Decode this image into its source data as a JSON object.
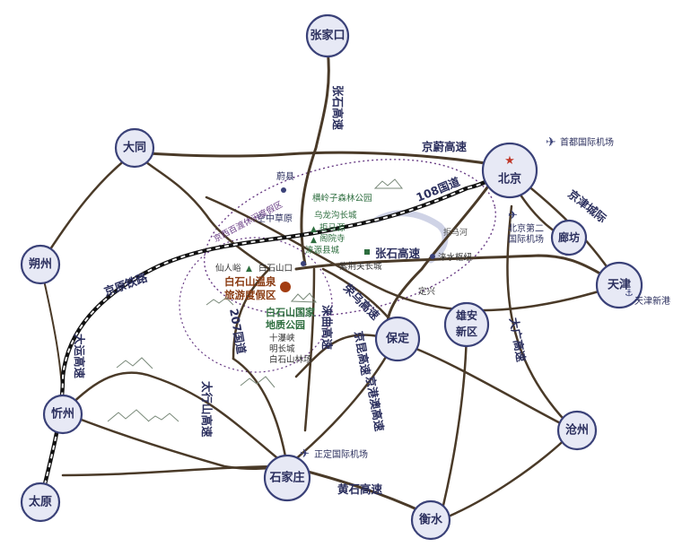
{
  "cities": [
    {
      "key": "zhangjiakou",
      "label": "张家口"
    },
    {
      "key": "datong",
      "label": "大同"
    },
    {
      "key": "beijing",
      "label": "北京"
    },
    {
      "key": "shuozhou",
      "label": "朔州"
    },
    {
      "key": "tianjin",
      "label": "天津"
    },
    {
      "key": "langfang",
      "label": "廊坊"
    },
    {
      "key": "xiongan",
      "label": "雄安新区"
    },
    {
      "key": "baoding",
      "label": "保定"
    },
    {
      "key": "xinzhou",
      "label": "忻州"
    },
    {
      "key": "cangzhou",
      "label": "沧州"
    },
    {
      "key": "shijiazhuang",
      "label": "石家庄"
    },
    {
      "key": "taiyuan",
      "label": "太原"
    },
    {
      "key": "hengshui",
      "label": "衡水"
    }
  ],
  "highways": {
    "zhangshi_north": "张石高速",
    "jingwei": "京蔚高速",
    "guodao108": "108国道",
    "jingjin": "京津城际",
    "zhangshi": "张石高速",
    "jingyuan_rail": "京原铁路",
    "datong_yun": "大运高速",
    "guodao207": "207国道",
    "rongwu": "荣乌高速",
    "laiqu": "涞曲高速",
    "jingkunbao": "京昆高速",
    "dagang": "大广高速",
    "jinggang_ao": "京港澳高速",
    "taihang": "太行山高速",
    "huangshi": "黄石高速"
  },
  "pois": {
    "capital_airport": "首都国际机场",
    "daxing_airport": "北京第二国际机场",
    "tianjin_port": "天津新港",
    "zhengding_airport": "正定国际机场",
    "yuxian": "蔚县",
    "air_grassland": "空中草原",
    "xianrenyu": "仙人峪",
    "baishishan_pass": "白石山口",
    "resort_line1": "白石山温泉",
    "resort_line2": "旅游度假区",
    "geopark_line1": "白石山国家",
    "geopark_line2": "地质公园",
    "shiquxia": "十瀑峡",
    "mingchangcheng": "明长城",
    "linchang": "白石山林场",
    "hengling": "横岭子森林公园",
    "wulonggou": "乌龙沟长城",
    "jumayuan": "拒马源",
    "geyuansi": "阁院寺",
    "laiyuan": "涞源县城",
    "zijingguan": "紫荆关长城",
    "laishui_hub": "涞水枢纽",
    "dingxing": "定兴",
    "juma_river": "拒马河",
    "tourism_belt": "京西百渡休闲度假区"
  }
}
